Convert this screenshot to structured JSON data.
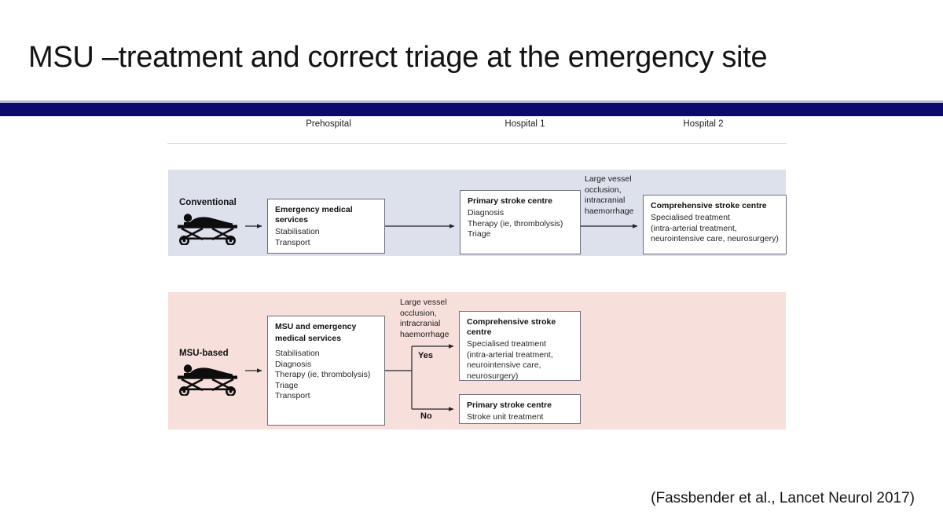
{
  "slide": {
    "title": "MSU –treatment and correct triage at the emergency site",
    "citation": "(Fassbender et al., Lancet Neurol 2017)",
    "divider_color": "#0b0b6e"
  },
  "figure": {
    "columns": [
      {
        "id": "prehospital",
        "label": "Prehospital"
      },
      {
        "id": "hospital1",
        "label": "Hospital 1"
      },
      {
        "id": "hospital2",
        "label": "Hospital 2"
      }
    ],
    "rows": [
      {
        "id": "conventional",
        "label": "Conventional",
        "band_color": "#dde1ec",
        "icon": "patient-on-stretcher-icon"
      },
      {
        "id": "msu-based",
        "label": "MSU-based",
        "band_color": "#f7dfdc",
        "icon": "patient-on-stretcher-icon"
      }
    ],
    "boxes": {
      "ems": {
        "title": "Emergency medical services",
        "lines": [
          "Stabilisation",
          "Transport"
        ]
      },
      "primary_stroke_centre_1": {
        "title": "Primary stroke centre",
        "lines": [
          "Diagnosis",
          "Therapy (ie, thrombolysis)",
          "Triage"
        ]
      },
      "comprehensive_stroke_centre_1": {
        "title": "Comprehensive stroke centre",
        "lines": [
          "Specialised treatment",
          "(intra-arterial treatment,",
          "neurointensive care, neurosurgery)"
        ]
      },
      "msu_and_ems": {
        "title_lines": [
          "MSU and emergency",
          "medical services"
        ],
        "lines": [
          "Stabilisation",
          "Diagnosis",
          "Therapy (ie, thrombolysis)",
          "Triage",
          "Transport"
        ]
      },
      "comprehensive_stroke_centre_2": {
        "title": "Comprehensive stroke centre",
        "lines": [
          "Specialised treatment",
          "(intra-arterial treatment,",
          "neurointensive care,",
          "neurosurgery)"
        ]
      },
      "primary_stroke_centre_2": {
        "title": "Primary stroke centre",
        "lines": [
          "Stroke unit treatment"
        ]
      }
    },
    "captions": {
      "lvo_conventional_lines": [
        "Large vessel",
        "occlusion,",
        "intracranial",
        "haemorrhage"
      ],
      "lvo_msu_lines": [
        "Large vessel",
        "occlusion,",
        "intracranial",
        "haemorrhage"
      ],
      "branch_yes": "Yes",
      "branch_no": "No"
    }
  }
}
